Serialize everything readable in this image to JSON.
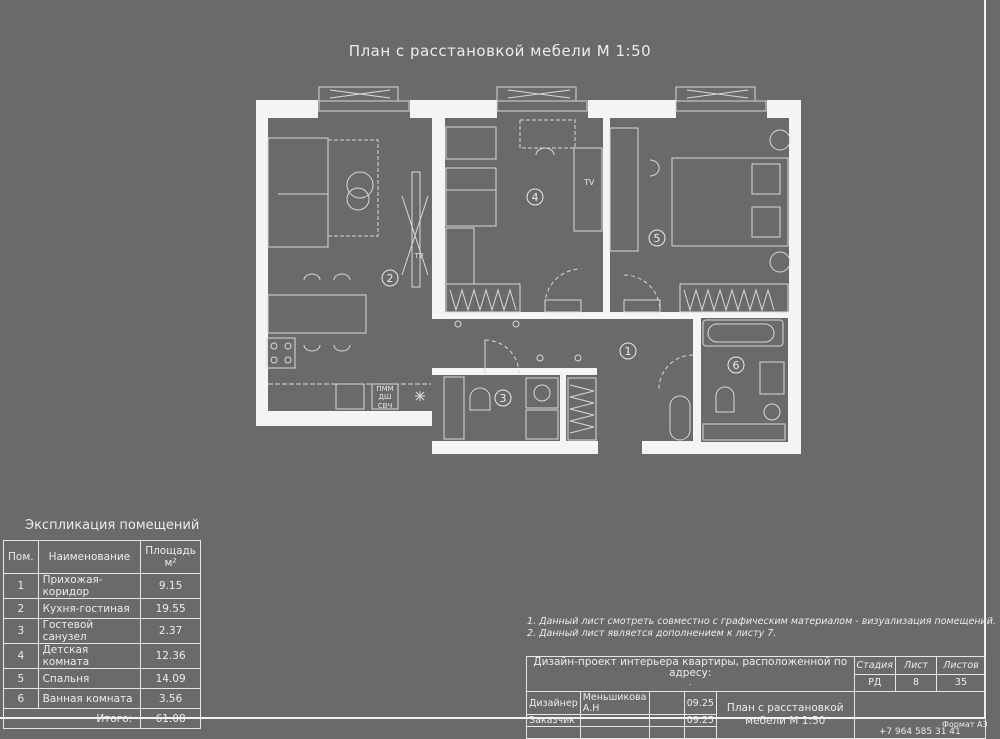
{
  "sheet_title": "План с расстановкой мебели М 1:50",
  "plan": {
    "room_labels": [
      "1",
      "2",
      "3",
      "4",
      "5",
      "6"
    ],
    "tv_label": "TV",
    "appliance_labels": [
      "ПММ",
      "ДШ",
      "СВЧ"
    ]
  },
  "explication": {
    "title": "Экспликация помещений",
    "headers": {
      "num": "Пом.",
      "name": "Наименование",
      "area": "Площадь",
      "area_unit": "м²"
    },
    "rows": [
      {
        "num": "1",
        "name": "Прихожая-коридор",
        "area": "9.15"
      },
      {
        "num": "2",
        "name": "Кухня-гостиная",
        "area": "19.55"
      },
      {
        "num": "3",
        "name": "Гостевой санузел",
        "area": "2.37"
      },
      {
        "num": "4",
        "name": "Детская комната",
        "area": "12.36"
      },
      {
        "num": "5",
        "name": "Спальня",
        "area": "14.09"
      },
      {
        "num": "6",
        "name": "Ванная комната",
        "area": "3.56"
      }
    ],
    "total_label": "Итого:",
    "total_value": "61.08"
  },
  "notes": [
    "1.  Данный лист смотреть совместно с графическим материалом - визуализация помещений.",
    "2.  Данный лист является дополнением к листу 7."
  ],
  "title_block": {
    "project": "Дизайн-проект интерьера квартиры, расположенной по адресу:",
    "address_placeholder": "-",
    "stage_label": "Стадия",
    "sheet_label": "Лист",
    "sheets_label": "Листов",
    "stage": "РД",
    "sheet": "8",
    "sheets": "35",
    "designer_label": "Дизайнер",
    "designer": "Меньшикова А.Н",
    "designer_date": "09.25",
    "client_label": "Заказчик",
    "client_date": "09.25",
    "sheet_name_1": "План с расстановкой",
    "sheet_name_2": "мебели М 1:50",
    "phone": "+7 964 585 31 41",
    "format": "Формат А3"
  }
}
